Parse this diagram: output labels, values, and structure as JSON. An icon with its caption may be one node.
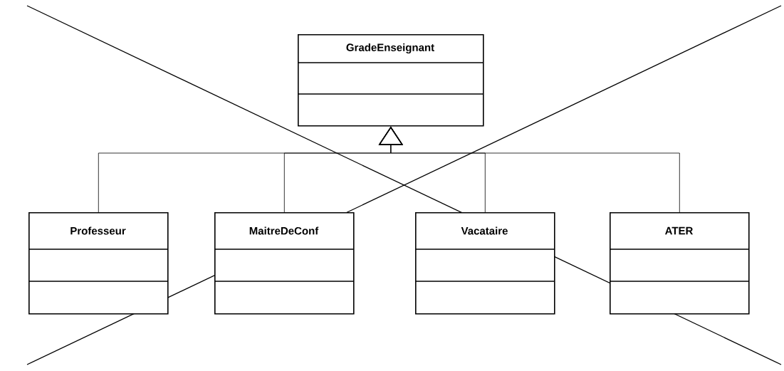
{
  "diagram": {
    "nodes": [
      {
        "text": [
          "GradeEnseignant"
        ]
      },
      {
        "text": [
          "Professeur"
        ]
      },
      {
        "text": [
          "MaitreDeConf"
        ]
      },
      {
        "text": [
          "Vacataire"
        ]
      },
      {
        "text": [
          "ATER"
        ]
      }
    ],
    "edges": [
      {
        "from": 1,
        "to": 0,
        "arrow": "to"
      },
      {
        "from": 2,
        "to": 0,
        "arrow": "to"
      },
      {
        "from": 3,
        "to": 0,
        "arrow": "to"
      },
      {
        "from": 4,
        "to": 0,
        "arrow": "to"
      }
    ]
  }
}
